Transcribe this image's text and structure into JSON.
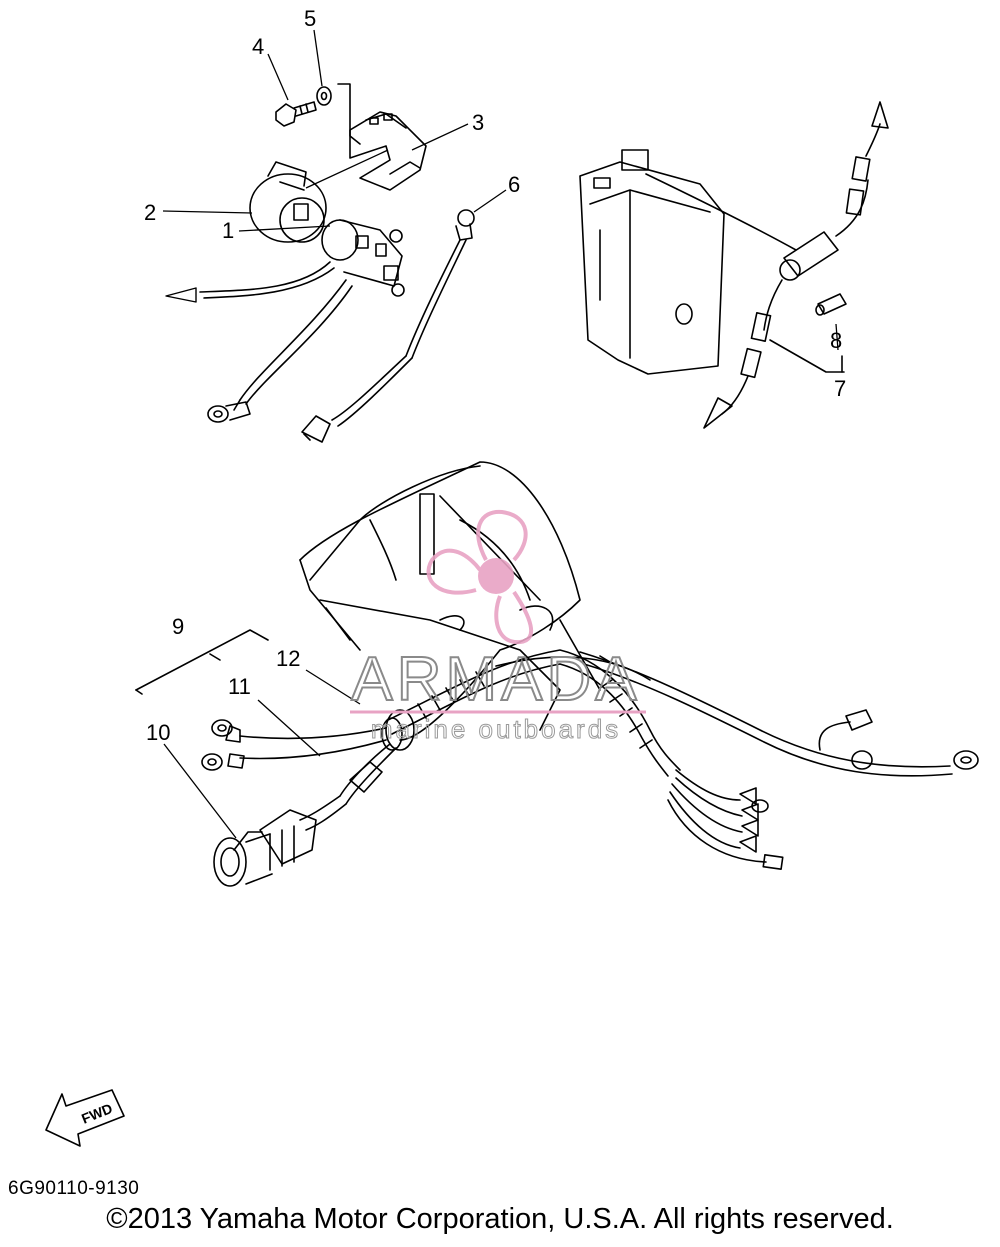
{
  "callouts": {
    "c1": "1",
    "c2": "2",
    "c3": "3",
    "c4": "4",
    "c5": "5",
    "c6": "6",
    "c7": "7",
    "c8": "8",
    "c9": "9",
    "c10": "10",
    "c11": "11",
    "c12": "12"
  },
  "watermark": {
    "brand": "ARMADA",
    "tagline": "marine outboards",
    "color": "#e8a3c4"
  },
  "fwd_label": "FWD",
  "part_code": "6G90110-9130",
  "copyright": "©2013 Yamaha Motor Corporation, U.S.A. All rights reserved."
}
